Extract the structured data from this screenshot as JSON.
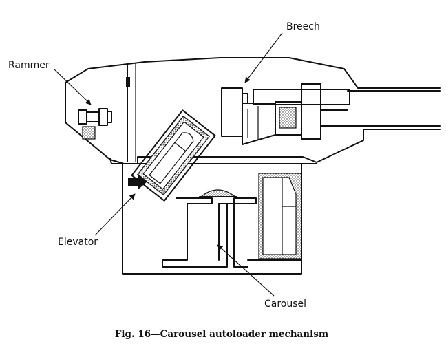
{
  "figure": {
    "labels": {
      "rammer": "Rammer",
      "breech": "Breech",
      "elevator": "Elevator",
      "carousel": "Carousel"
    },
    "caption": "Fig. 16—Carousel autoloader mechanism"
  }
}
